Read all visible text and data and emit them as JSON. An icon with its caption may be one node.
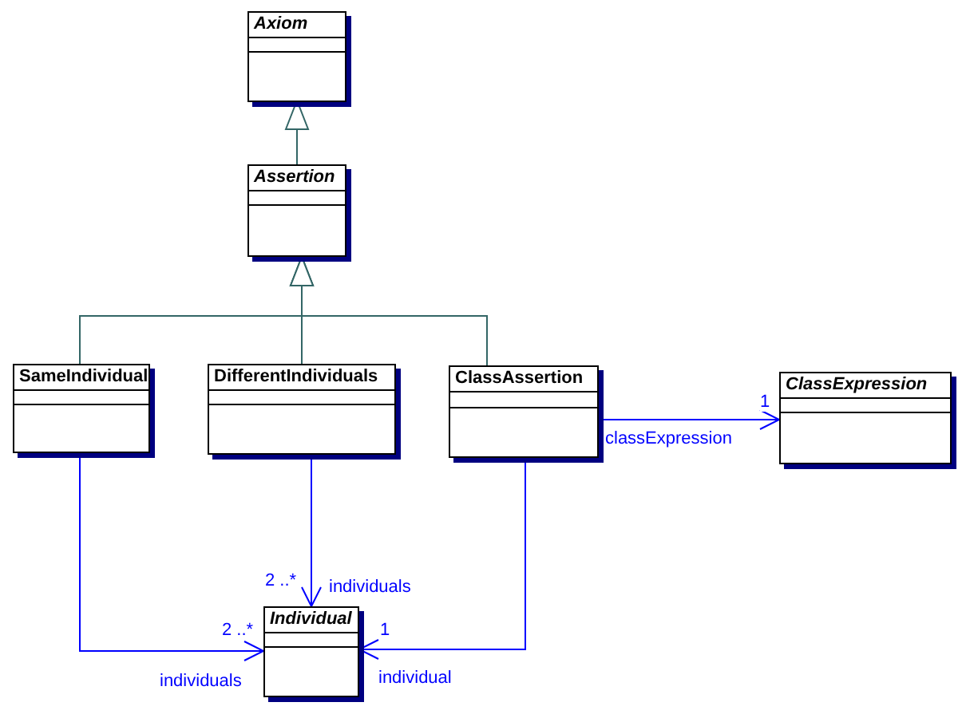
{
  "diagram": {
    "nodes": [
      {
        "text": [
          "Axiom"
        ]
      },
      {
        "text": [
          "Assertion"
        ]
      },
      {
        "text": [
          "SameIndividual"
        ]
      },
      {
        "text": [
          "DifferentIndividuals"
        ]
      },
      {
        "text": [
          "ClassAssertion"
        ]
      },
      {
        "text": [
          "ClassExpression"
        ]
      },
      {
        "text": [
          "Individual"
        ]
      }
    ],
    "edges": [
      {
        "from": 1,
        "to": 0,
        "arrow": "to",
        "color": "#336666"
      },
      {
        "from": 2,
        "to": 1,
        "arrow": "to",
        "color": "#336666"
      },
      {
        "from": 3,
        "to": 1,
        "arrow": "to",
        "color": "#336666"
      },
      {
        "from": 4,
        "to": 1,
        "arrow": "to",
        "color": "#336666"
      },
      {
        "from": 4,
        "to": 5,
        "arrow": "to",
        "label": "classExpression",
        "color": "#0000ff"
      },
      {
        "from": 3,
        "to": 6,
        "arrow": "to",
        "label": "individuals",
        "color": "#0000ff"
      },
      {
        "from": 2,
        "to": 6,
        "arrow": "to",
        "label": "individuals",
        "color": "#0000ff"
      },
      {
        "from": 4,
        "to": 6,
        "arrow": "to",
        "label": "individual",
        "color": "#0000ff"
      }
    ],
    "labels": [
      "1",
      "2 ..*",
      "2 ..*",
      "1"
    ]
  }
}
